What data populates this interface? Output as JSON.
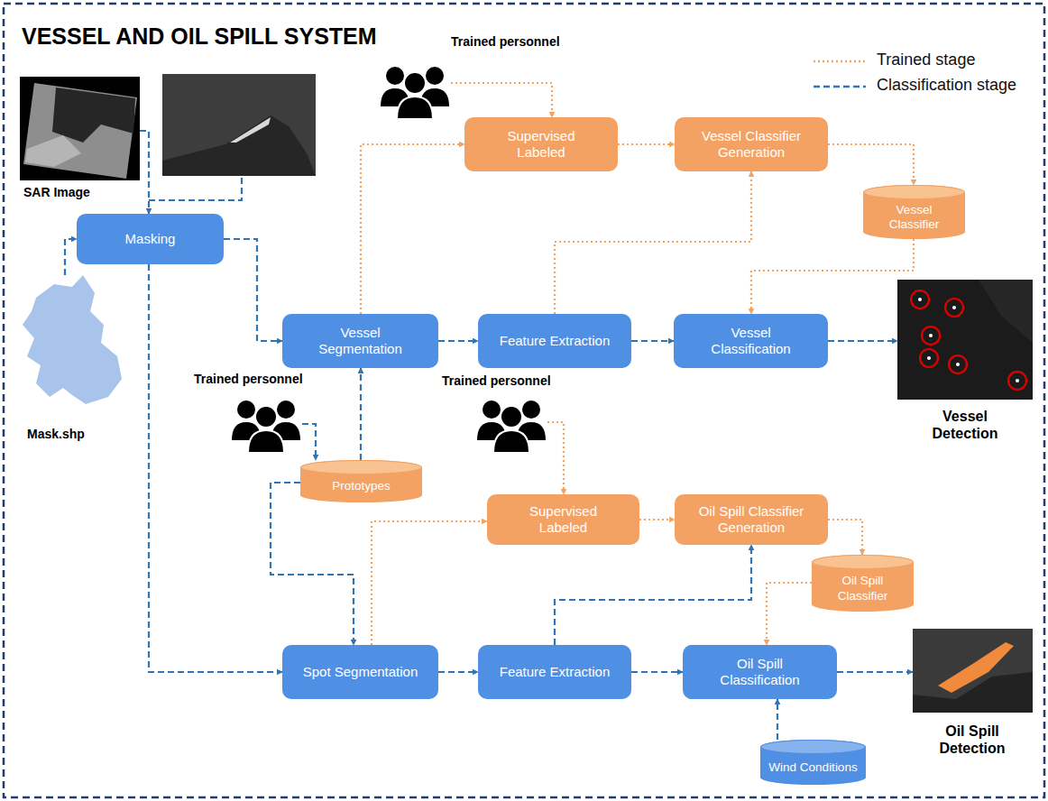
{
  "diagram": {
    "title": "VESSEL AND OIL SPILL SYSTEM",
    "nodes": [
      {
        "text": [
          "SAR Image"
        ]
      },
      {
        "text": [
          "Trained personnel"
        ]
      },
      {
        "text": [
          "Supervised Labeled"
        ]
      },
      {
        "text": [
          "Vessel Classifier Generation"
        ]
      },
      {
        "text": [
          "Vessel Classifier"
        ]
      },
      {
        "text": [
          "Masking"
        ]
      },
      {
        "text": [
          "Vessel Segmentation"
        ]
      },
      {
        "text": [
          "Feature Extraction"
        ]
      },
      {
        "text": [
          "Vessel Classification"
        ]
      },
      {
        "text": [
          "Vessel Detection"
        ]
      },
      {
        "text": [
          "Mask.shp"
        ]
      },
      {
        "text": [
          "Trained personnel"
        ]
      },
      {
        "text": [
          "Trained personnel"
        ]
      },
      {
        "text": [
          "Prototypes"
        ]
      },
      {
        "text": [
          "Supervised Labeled"
        ]
      },
      {
        "text": [
          "Oil Spill Classifier Generation"
        ]
      },
      {
        "text": [
          "Oil Spill Classifier"
        ]
      },
      {
        "text": [
          "Spot Segmentation"
        ]
      },
      {
        "text": [
          "Feature Extraction"
        ]
      },
      {
        "text": [
          "Oil Spill Classification"
        ]
      },
      {
        "text": [
          "Oil Spill Detection"
        ]
      },
      {
        "text": [
          "Wind Conditions"
        ]
      }
    ],
    "edges": [
      {
        "from": 0,
        "to": 5,
        "arrow": "to"
      },
      {
        "from": 10,
        "to": 5,
        "arrow": "to"
      },
      {
        "from": 5,
        "to": 6,
        "arrow": "to"
      },
      {
        "from": 5,
        "to": 17,
        "arrow": "to"
      },
      {
        "from": 6,
        "to": 7,
        "arrow": "to"
      },
      {
        "from": 7,
        "to": 8,
        "arrow": "to"
      },
      {
        "from": 8,
        "to": 9,
        "arrow": "to"
      },
      {
        "from": 6,
        "to": 2,
        "arrow": "to"
      },
      {
        "from": 1,
        "to": 2,
        "arrow": "to"
      },
      {
        "from": 2,
        "to": 3,
        "arrow": "to"
      },
      {
        "from": 7,
        "to": 3,
        "arrow": "to"
      },
      {
        "from": 3,
        "to": 4,
        "arrow": "to"
      },
      {
        "from": 4,
        "to": 8,
        "arrow": "to"
      },
      {
        "from": 11,
        "to": 13,
        "arrow": "to"
      },
      {
        "from": 13,
        "to": 6,
        "arrow": "to"
      },
      {
        "from": 13,
        "to": 17,
        "arrow": "to"
      },
      {
        "from": 17,
        "to": 14,
        "arrow": "to"
      },
      {
        "from": 12,
        "to": 14,
        "arrow": "to"
      },
      {
        "from": 14,
        "to": 15,
        "arrow": "to"
      },
      {
        "from": 18,
        "to": 15,
        "arrow": "to"
      },
      {
        "from": 15,
        "to": 16,
        "arrow": "to"
      },
      {
        "from": 16,
        "to": 19,
        "arrow": "to"
      },
      {
        "from": 17,
        "to": 18,
        "arrow": "to"
      },
      {
        "from": 18,
        "to": 19,
        "arrow": "to"
      },
      {
        "from": 19,
        "to": 20,
        "arrow": "to"
      },
      {
        "from": 21,
        "to": 19,
        "arrow": "to"
      }
    ],
    "legend": [
      {
        "text": "Trained stage"
      },
      {
        "text": "Classification stage"
      }
    ]
  }
}
